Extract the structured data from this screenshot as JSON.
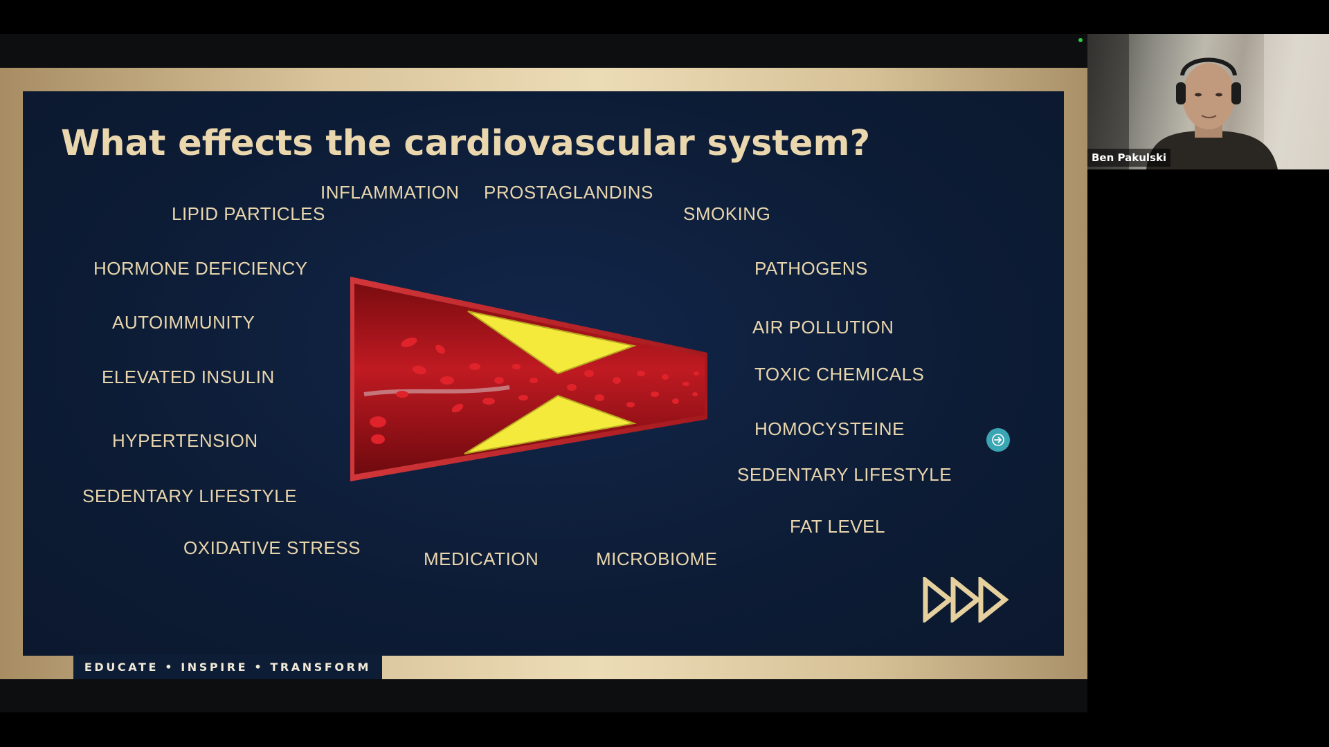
{
  "slide": {
    "title": "What effects the cardiovascular system?",
    "tagline": "EDUCATE • INSPIRE • TRANSFORM",
    "factors": {
      "inflammation": "INFLAMMATION",
      "prostaglandins": "PROSTAGLANDINS",
      "lipid_particles": "LIPID PARTICLES",
      "smoking": "SMOKING",
      "hormone_deficiency": "HORMONE DEFICIENCY",
      "pathogens": "PATHOGENS",
      "autoimmunity": "AUTOIMMUNITY",
      "air_pollution": "AIR POLLUTION",
      "elevated_insulin": "ELEVATED INSULIN",
      "toxic_chemicals": "TOXIC CHEMICALS",
      "homocysteine": "HOMOCYSTEINE",
      "hypertension": "HYPERTENSION",
      "sedentary_lifestyle_right": "SEDENTARY LIFESTYLE",
      "sedentary_lifestyle_left": "SEDENTARY LIFESTYLE",
      "fat_level": "FAT LEVEL",
      "oxidative_stress": "OXIDATIVE STRESS",
      "medication": "MEDICATION",
      "microbiome": "MICROBIOME"
    },
    "colors": {
      "text_gold": "#e9d6ad",
      "panel_navy": "#0d1d36",
      "frame_gold": "#d9c49b",
      "plaque_yellow": "#f0e83a",
      "blood_red": "#b3161d",
      "nav_button": "#3aa6b3"
    },
    "icons": {
      "logo": "triple-play-chevron-logo",
      "next": "arrow-right-icon",
      "artery": "artery-plaque-illustration"
    }
  },
  "webcam": {
    "participant_name": "Ben Pakulski"
  }
}
